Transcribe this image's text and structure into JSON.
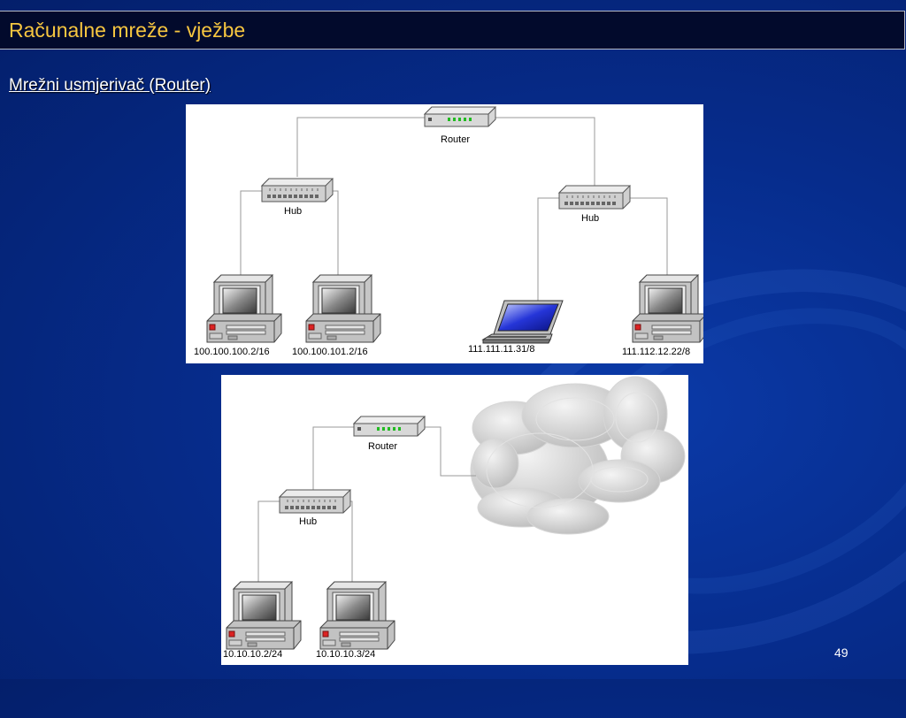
{
  "slide": {
    "title": "Računalne mreže - vježbe",
    "subtitle": "Mrežni usmjerivač (Router) ",
    "page_number": "49"
  },
  "diagram1": {
    "router_label": "Router",
    "hub_left_label": "Hub",
    "hub_right_label": "Hub",
    "pc1_ip": "100.100.100.2/16",
    "pc2_ip": "100.100.101.2/16",
    "laptop_ip": "111.111.11.31/8",
    "pc4_ip": "111.112.12.22/8"
  },
  "diagram2": {
    "router_label": "Router",
    "hub_label": "Hub",
    "pc1_ip": "10.10.10.2/24",
    "pc2_ip": "10.10.10.3/24"
  },
  "icons": {
    "router": "router-icon",
    "hub": "hub-icon",
    "computer": "desktop-computer-icon",
    "laptop": "laptop-icon",
    "cloud": "cloud-icon"
  }
}
